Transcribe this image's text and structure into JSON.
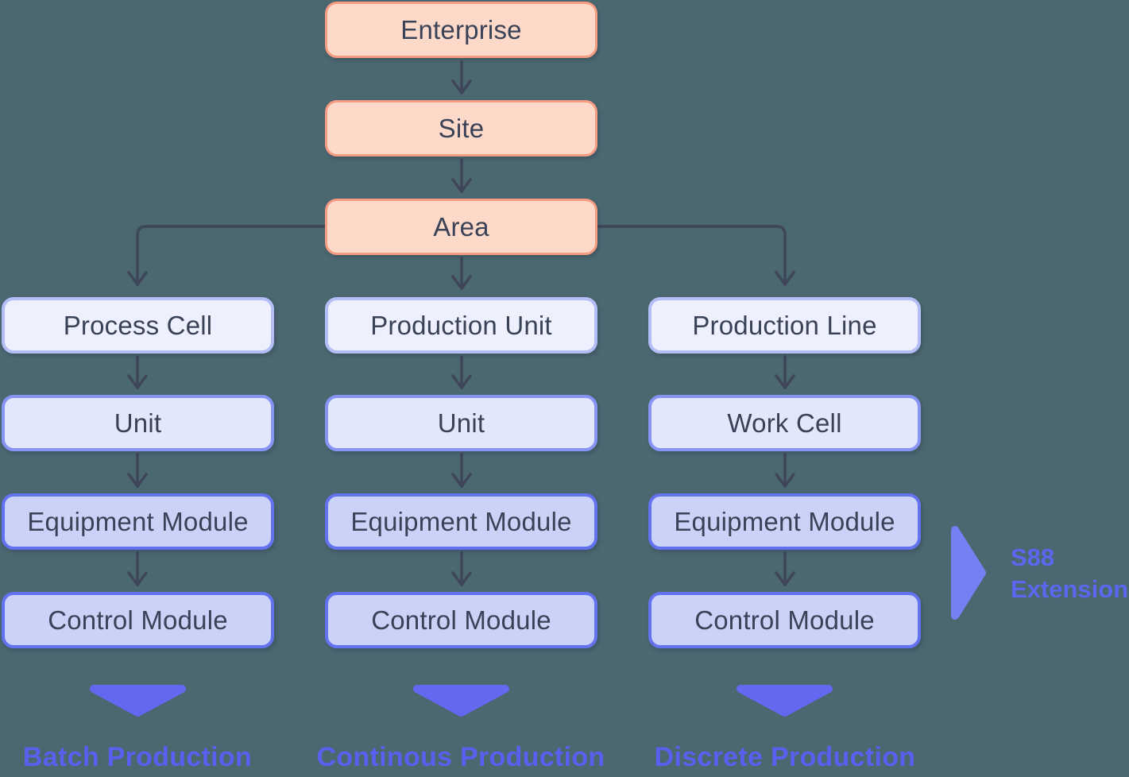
{
  "diagram": {
    "title_implicit": "ISA-95 / S88 equipment hierarchy",
    "top_chain": {
      "enterprise": "Enterprise",
      "site": "Site",
      "area": "Area"
    },
    "columns": [
      {
        "level1": "Process Cell",
        "level2": "Unit",
        "level3": "Equipment Module",
        "level4": "Control Module",
        "production_type": "Batch Production"
      },
      {
        "level1": "Production Unit",
        "level2": "Unit",
        "level3": "Equipment Module",
        "level4": "Control Module",
        "production_type": "Continous Production"
      },
      {
        "level1": "Production Line",
        "level2": "Work Cell",
        "level3": "Equipment Module",
        "level4": "Control Module",
        "production_type": "Discrete Production"
      }
    ],
    "annotation": {
      "line1": "S88",
      "line2": "Extension"
    }
  },
  "colors": {
    "background": "#4B6770",
    "peach_fill": "#FCD9C8",
    "peach_border": "#F59C82",
    "level1_fill": "#EEF1FD",
    "level1_border": "#B3BEF7",
    "level2_fill": "#E3E7FC",
    "level2_border": "#8794F3",
    "level34_fill": "#CBD2F8",
    "level34_border": "#6372EF",
    "connector": "#3E4657",
    "accent_triangle": "#6468F1",
    "accent_triangle_s88": "#7580F3",
    "accent_text": "#5A5FF0",
    "node_text": "#3A4257"
  }
}
